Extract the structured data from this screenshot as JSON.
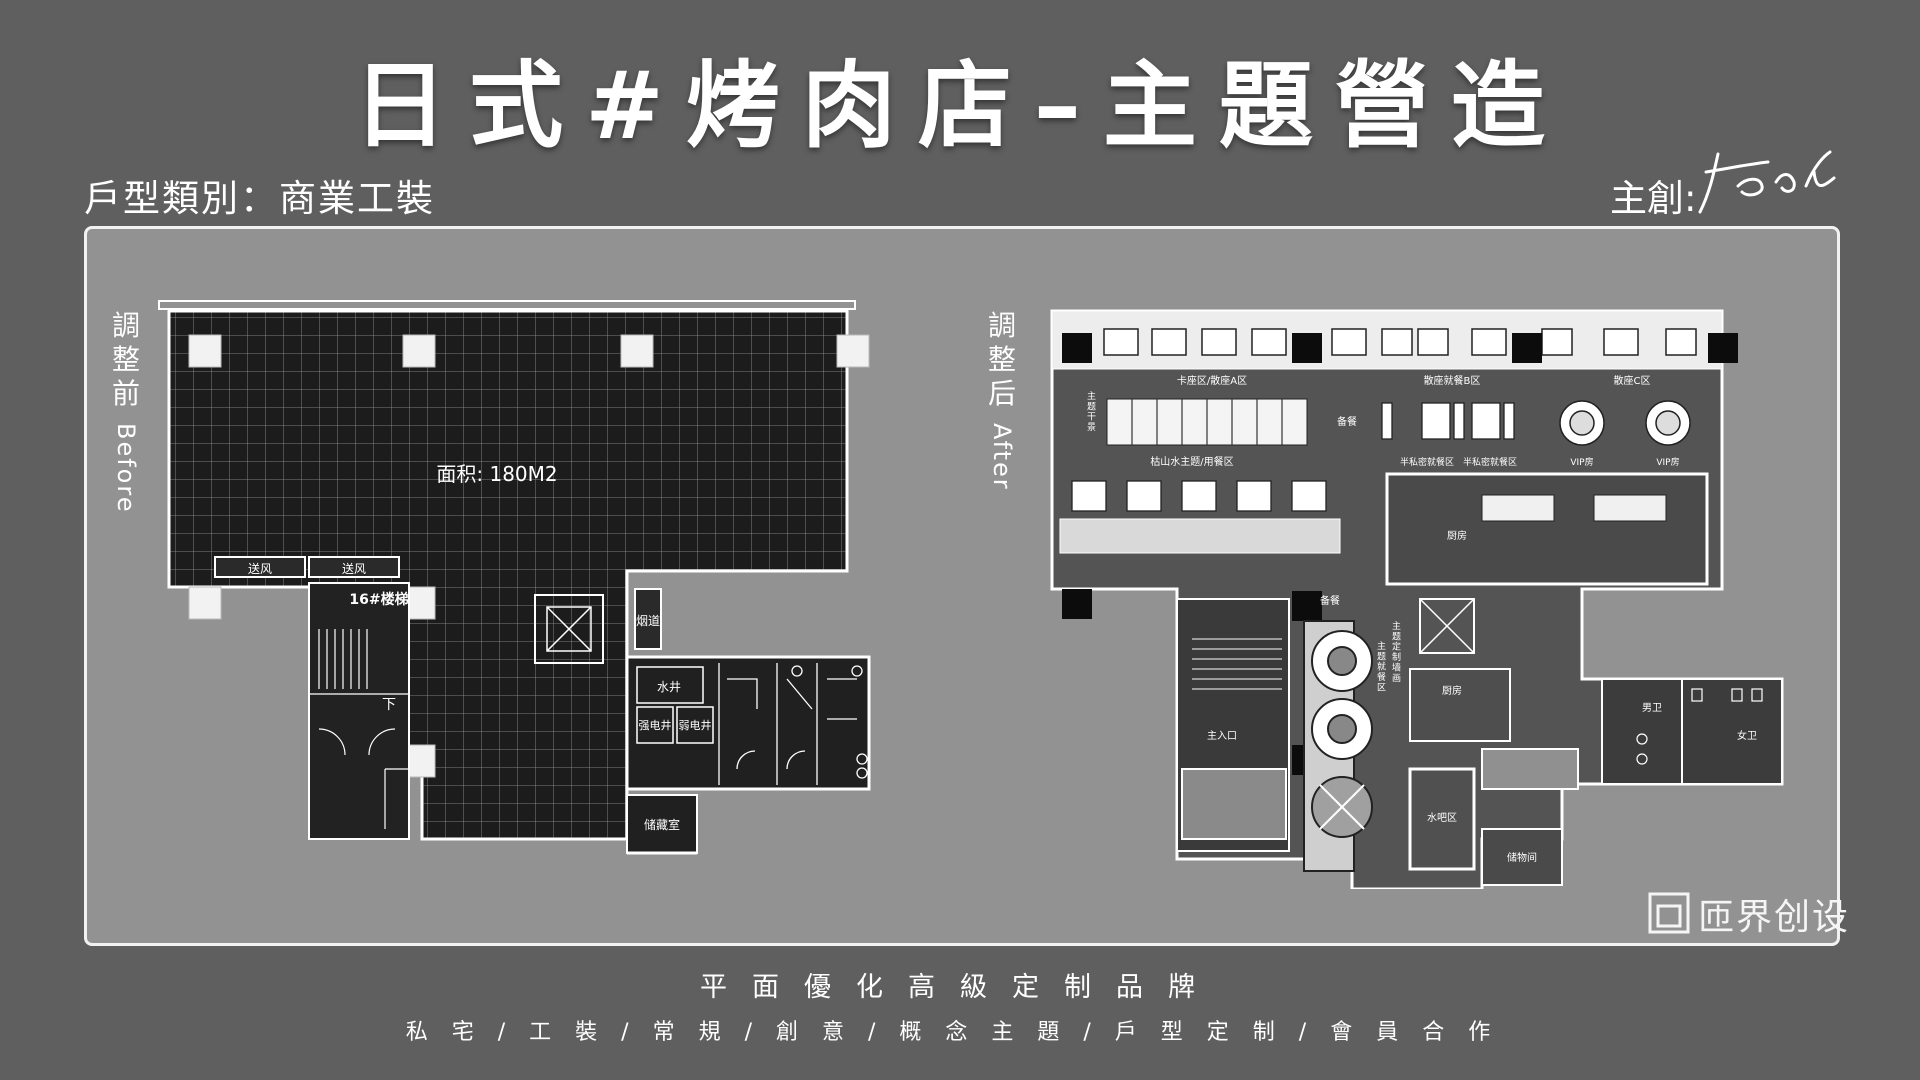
{
  "header": {
    "title": "日式#烤肉店–主題營造",
    "house_type": "戶型類別：商業工裝",
    "designer_label": "主創:"
  },
  "before": {
    "label_cjk": "調\n整\n前",
    "label_en": "Before",
    "area": "面积: 180M2",
    "labels": {
      "air_left": "送风",
      "air_right": "送风",
      "stair": "16#楼梯",
      "down": "下",
      "flue": "烟道",
      "water_well": "水井",
      "strong_well": "强电井",
      "weak_well": "弱电井",
      "storage": "储藏室"
    }
  },
  "after": {
    "label_cjk": "調\n整\n后",
    "label_en": "After",
    "labels": {
      "booth_a": "卡座区/散座A区",
      "dining_b": "散座就餐B区",
      "dining_c": "散座C区",
      "theme_dry": "主\n题\n干\n景",
      "prep": "备餐",
      "karesansui": "枯山水主题/用餐区",
      "semi_private_1": "半私密就餐区",
      "semi_private_2": "半私密就餐区",
      "vip_1": "VIP房",
      "vip_2": "VIP房",
      "kitchen_1": "厨房",
      "prep_2": "备餐",
      "theme_wall": "主\n题\n定\n制\n墙\n画",
      "theme_dining": "主\n题\n就\n餐\n区",
      "kitchen_2": "厨房",
      "entrance": "主入口",
      "male_wc": "男卫",
      "female_wc": "女卫",
      "water_bar": "水吧区",
      "storage": "储物间"
    }
  },
  "logo": {
    "text": "匝界创设"
  },
  "footer": {
    "tagline": "平面優化高級定制品牌",
    "services": "私宅/工裝/常規/創意/概念主題/戶型定制/會員合作"
  },
  "colors": {
    "background": "#5f5f5f",
    "panel": "#929292",
    "plan_fill": "#1c1c1c",
    "line": "#ffffff"
  }
}
